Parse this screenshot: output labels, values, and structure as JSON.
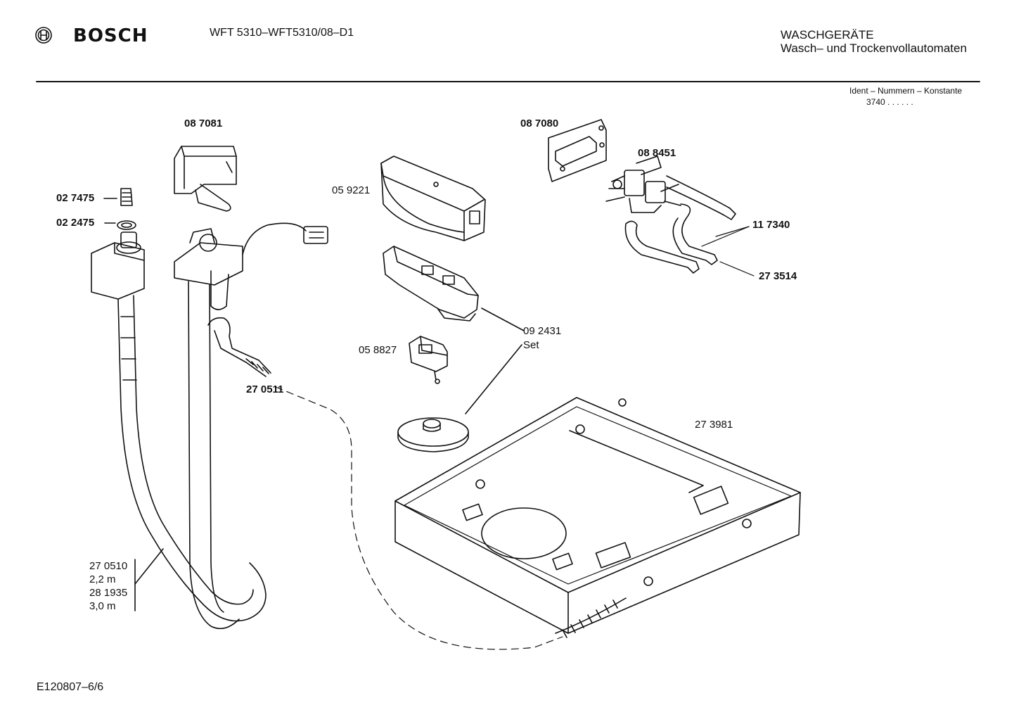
{
  "header": {
    "brand": "BOSCH",
    "model": "WFT 5310–WFT5310/08–D1",
    "category": "WASCHGERÄTE",
    "subcategory": "Wasch– und Trockenvollautomaten",
    "ident_label": "Ident – Nummern – Konstante",
    "ident_value": "3740 . . . . . ."
  },
  "parts": {
    "p087081": "08 7081",
    "p027475": "02 7475",
    "p022475": "02 2475",
    "p059221": "05 9221",
    "p087080": "08 7080",
    "p088451": "08 8451",
    "p117340": "11 7340",
    "p273514": "27 3514",
    "p092431": "09 2431",
    "p092431set": "Set",
    "p058827": "05 8827",
    "p270511": "27 0511",
    "p273981": "27 3981",
    "hose1": "27 0510",
    "hose1len": "2,2 m",
    "hose2": "28 1935",
    "hose2len": "3,0 m"
  },
  "footer": {
    "code": "E120807–6/6"
  }
}
